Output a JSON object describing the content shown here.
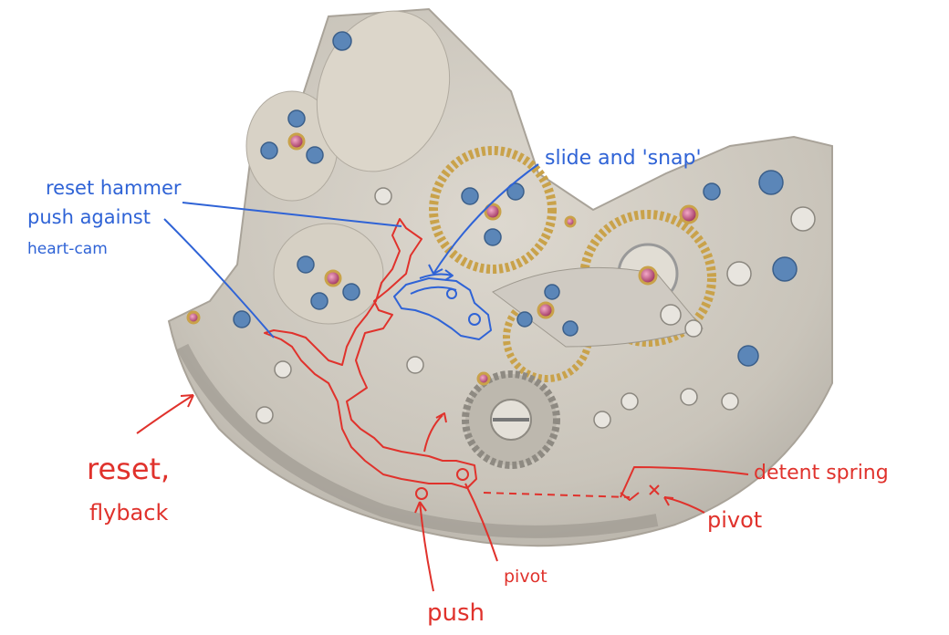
{
  "annotations": {
    "slide_snap": "slide and 'snap'",
    "reset_hammer": "reset hammer",
    "push_against": "push against",
    "heart_cam": "heart-cam",
    "reset": "reset,",
    "flyback": "flyback",
    "detent_spring": "detent spring",
    "pivot_right": "pivot",
    "pivot_center": "pivot",
    "push": "push"
  },
  "colors": {
    "blue_ink": "#2f63d6",
    "red_ink": "#e0322c",
    "plate": "#cfcac0",
    "screw": "#5b86b8",
    "jewel": "#b8456e",
    "gold": "#c9a24a"
  }
}
